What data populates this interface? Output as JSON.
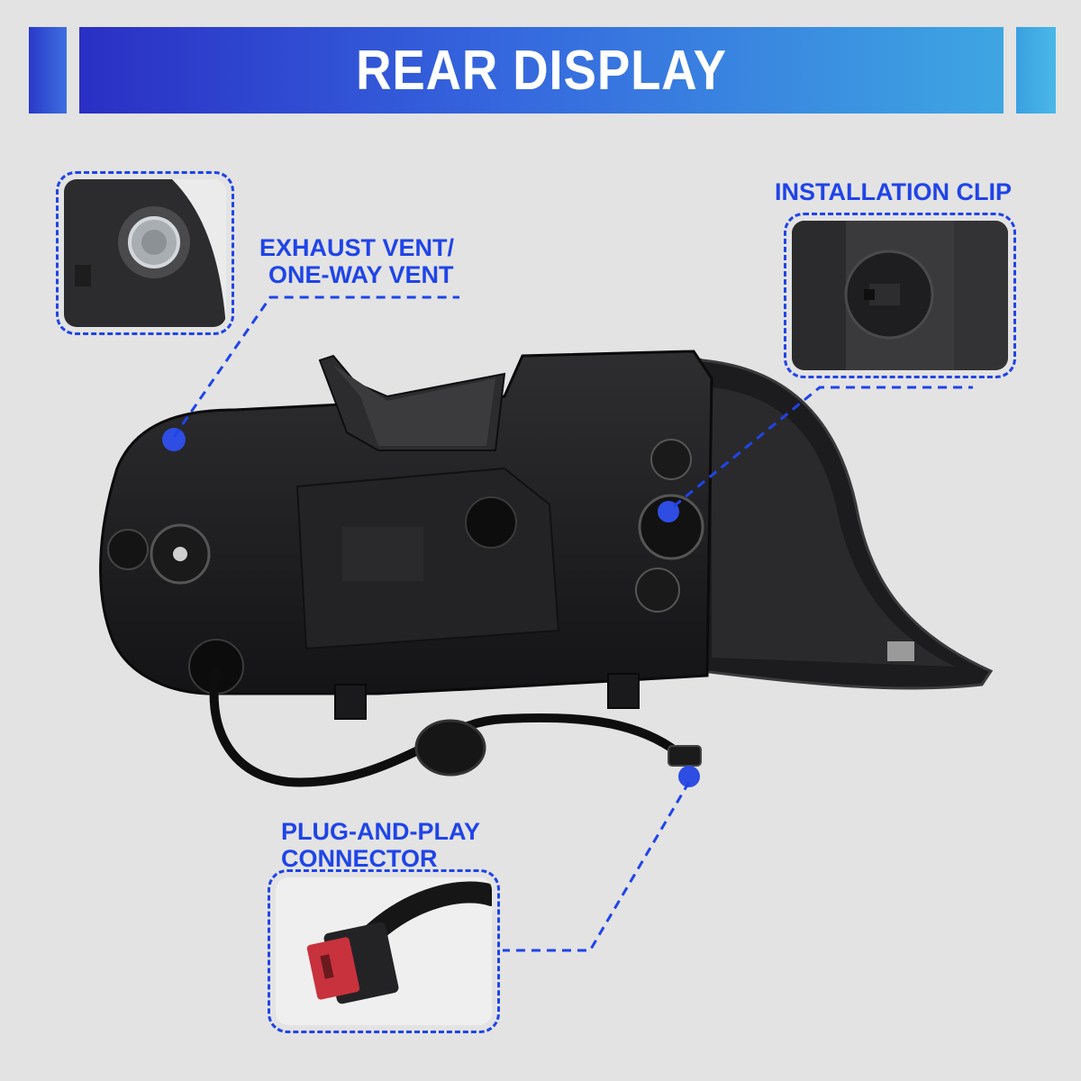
{
  "banner": {
    "title": "REAR DISPLAY"
  },
  "callouts": {
    "exhaust_vent": {
      "line1": "EXHAUST VENT/",
      "line2": "ONE-WAY VENT"
    },
    "installation_clip": {
      "label": "INSTALLATION CLIP"
    },
    "connector": {
      "line1": "PLUG-AND-PLAY",
      "line2": "CONNECTOR"
    }
  },
  "colors": {
    "accent_blue": "#1f44e8",
    "banner_start": "#2a2fc4",
    "banner_end": "#3ea6e2",
    "connector_red": "#c8323c"
  }
}
